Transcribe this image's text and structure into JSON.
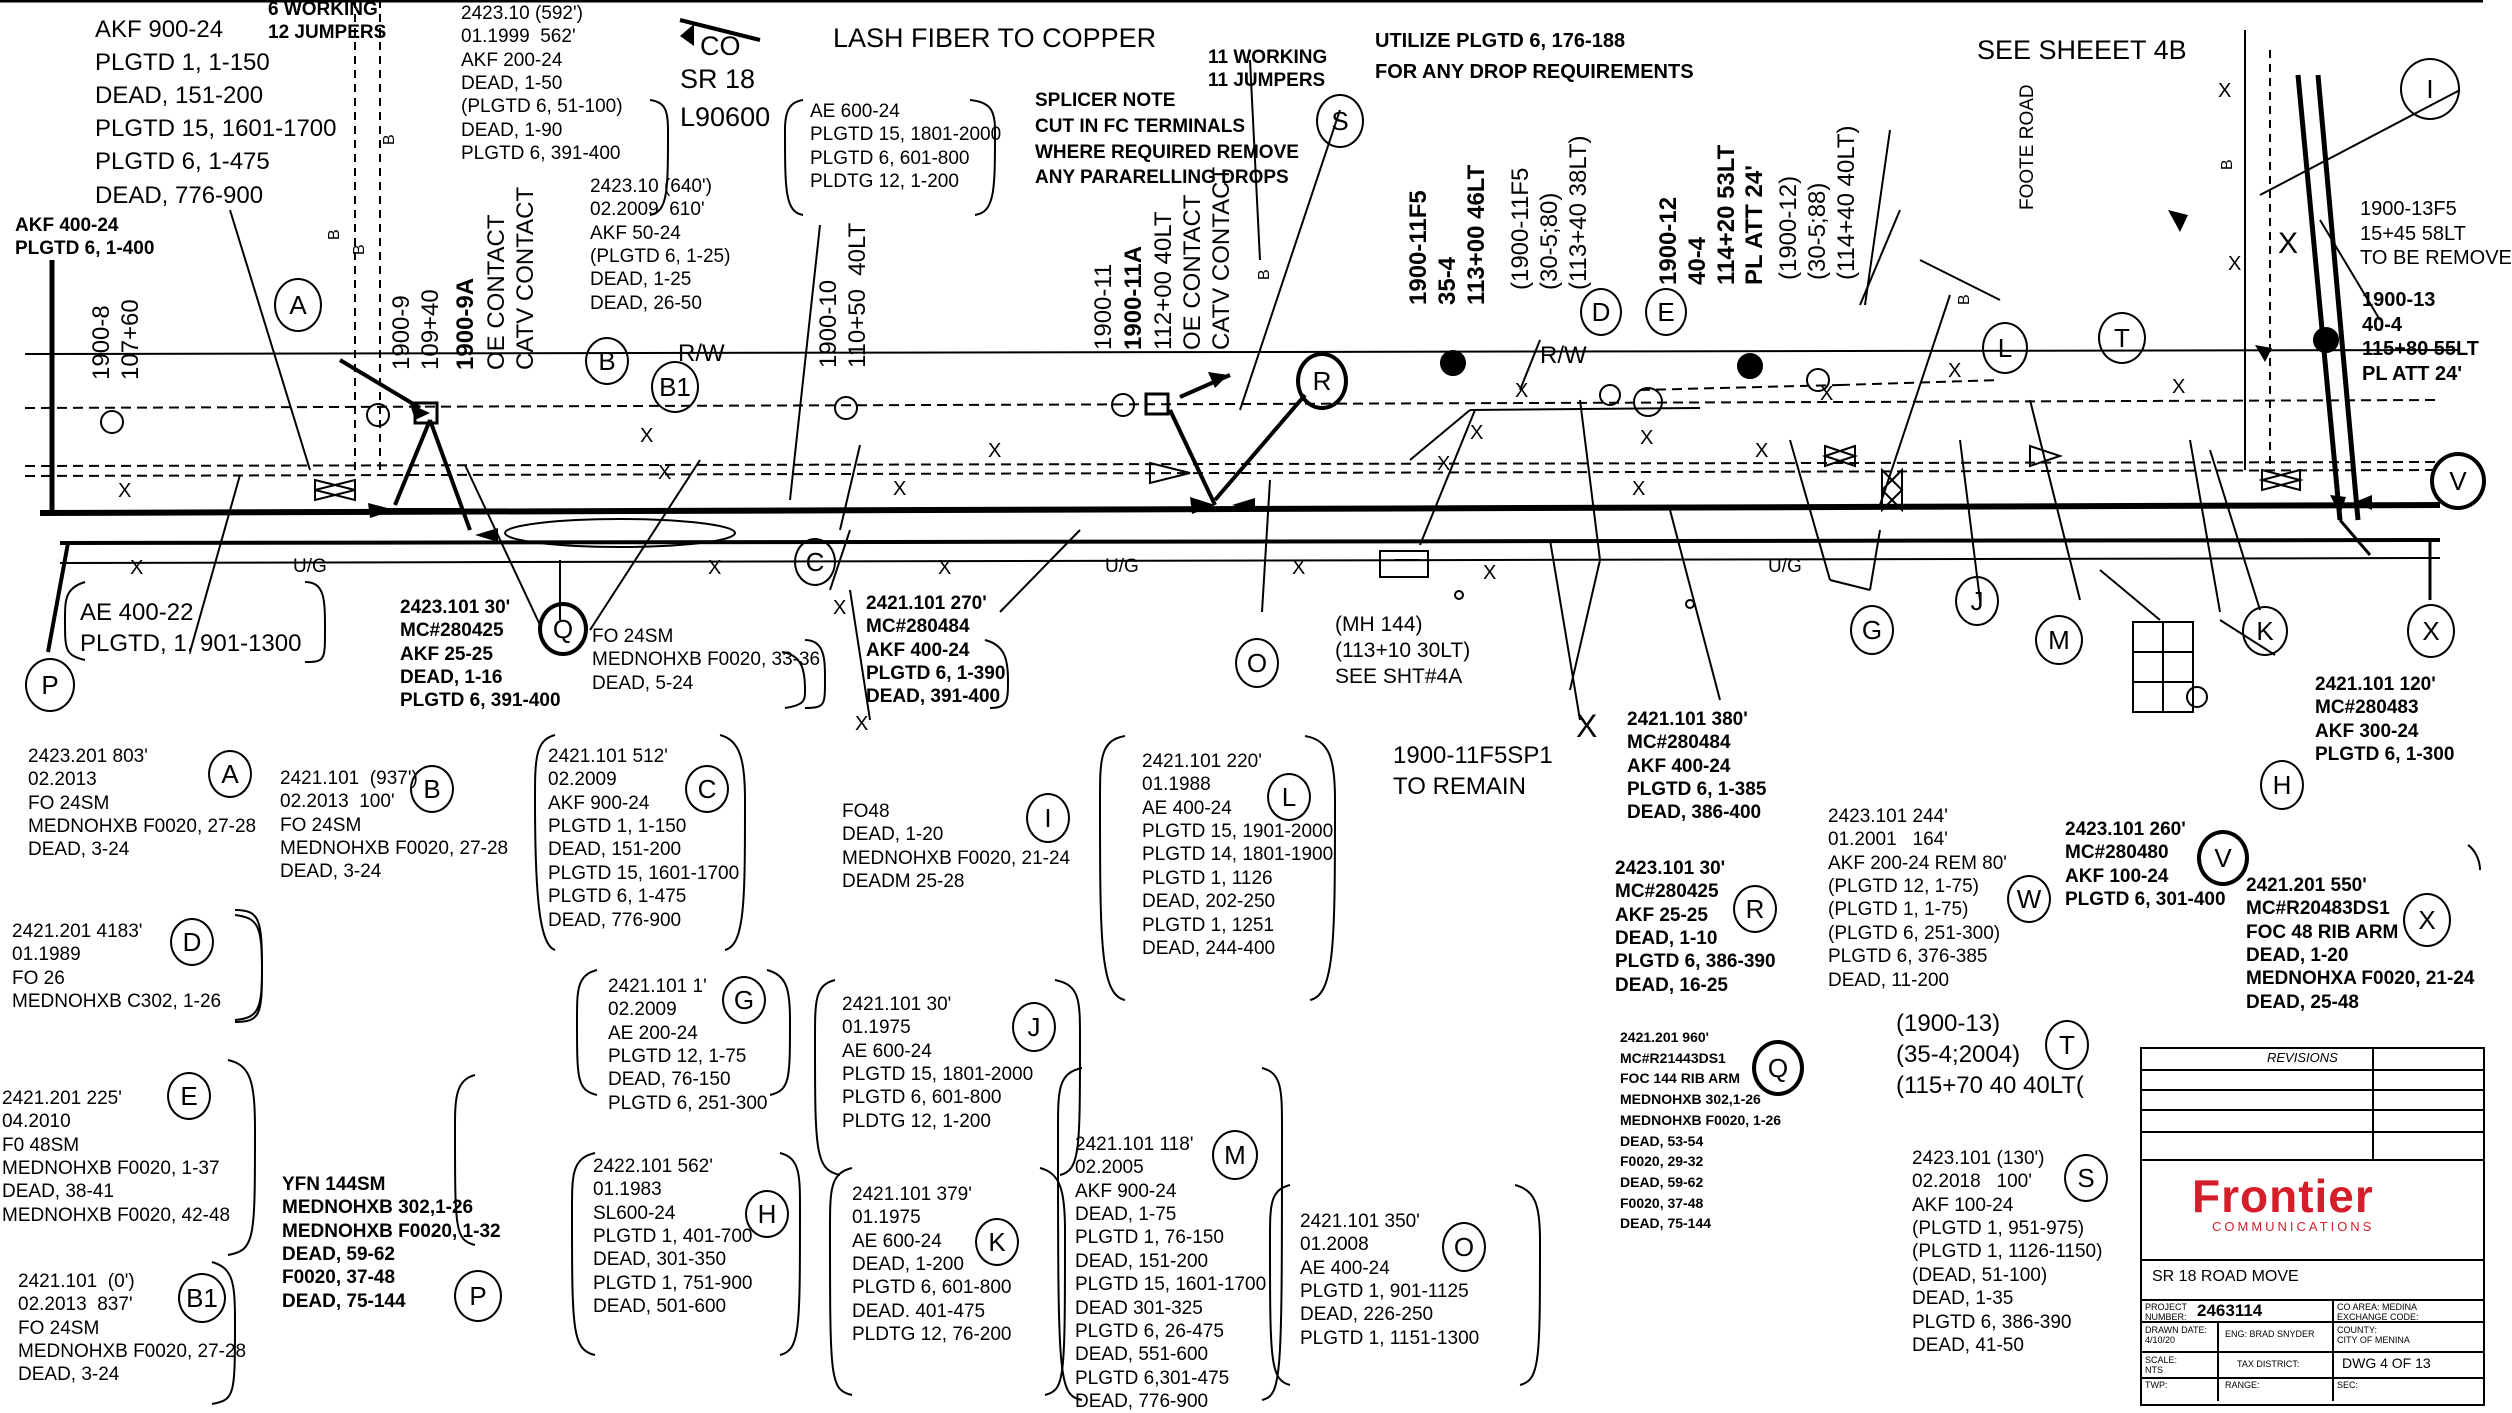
{
  "header": {
    "co_label": "CO",
    "sr_label": "SR 18",
    "code_label": "L90600",
    "lash_label": "LASH FIBER TO COPPER",
    "working": "11 WORKING\n11 JUMPERS",
    "working_top": "6 WORKING\n12 JUMPERS",
    "utilize": "UTILIZE PLGTD 6, 176-188\nFOR ANY DROP REQUIREMENTS",
    "see_sheet": "SEE SHEEET 4B",
    "splicer_note": "SPLICER NOTE\nCUT IN FC TERMINALS\nWHERE REQUIRED REMOVE\nANY PARARELLING DROPS"
  },
  "cables": {
    "top_left": "AKF 900-24\nPLGTD 1, 1-150\nDEAD, 151-200\nPLGTD 15, 1601-1700\nPLGTD 6, 1-475\nDEAD, 776-900",
    "akf400": "AKF 400-24\nPLGTD 6, 1-400",
    "span_592": "2423.10 (592')\n01.1999  562'\nAKF 200-24\nDEAD, 1-50\n(PLGTD 6, 51-100)\nDEAD, 1-90\nPLGTD 6, 391-400",
    "span_640": "2423.10 (640')\n02.2009  610'\nAKF 50-24\n(PLGTD 6, 1-25)\nDEAD, 1-25\nDEAD, 26-50",
    "ae600_top": "AE 600-24\nPLGTD 15, 1801-2000\nPLGTD 6, 601-800\nPLDTG 12, 1-200",
    "ae400_22": "AE 400-22\nPLGTD, 1, 901-1300",
    "span_2423_101_30": "2423.101 30'\nMC#280425\nAKF 25-25\nDEAD, 1-16\nPLGTD 6, 391-400",
    "fo24sm": "FO 24SM\nMEDNOHXB F0020, 33-36\nDEAD, 5-24",
    "span_2421_101_270": "2421.101 270'\nMC#280484\nAKF 400-24\nPLGTD 6, 1-390\nDEAD, 391-400",
    "mh144": "(MH 144)\n(113+10 30LT)\nSEE SHT#4A",
    "sp1": "1900-11F5SP1\nTO REMAIN",
    "span_2421_101_380": "2421.101 380'\nMC#280484\nAKF 400-24\nPLGTD 6, 1-385\nDEAD, 386-400",
    "span_2421_101_120": "2421.101 120'\nMC#280483\nAKF 300-24\nPLGTD 6, 1-300",
    "right_top": "1900-13F5\n15+45 58LT\nTO BE REMOVE",
    "right_pole": "1900-13\n40-4\n115+80 55LT\nPL ATT 24'"
  },
  "poles": {
    "p1": "1900-8\n107+60",
    "p2a": "1900-9\n109+40",
    "p2b": "1900-9A",
    "p2c": "OE CONTACT\nCATV CONTACT",
    "p3": "1900-10\n110+50  40LT",
    "p4a": "1900-11",
    "p4b": "1900-11A",
    "p4c": "112+00 40LT\nOE CONTACT\nCATV CONTACT",
    "p5": "1900-11F5\n35-4\n113+00 46LT",
    "p5b": "(1900-11F5\n(30-5;80)\n(113+40 38LT)",
    "p6": "1900-12\n40-4\n114+20 53LT\nPL ATT 24'",
    "p6b": "(1900-12)\n(30-5;88)\n(114+40 40LT)",
    "road": "FOOTE ROAD"
  },
  "labels": {
    "rw": "R/W",
    "ug": "U/G",
    "x": "X",
    "b": "B"
  },
  "legend_blocks": {
    "A": "2423.201 803'\n02.2013\nFO 24SM\nMEDNOHXB F0020, 27-28\nDEAD, 3-24",
    "B": "2421.101  (937')\n02.2013  100'\nFO 24SM\nMEDNOHXB F0020, 27-28\nDEAD, 3-24",
    "C": "2421.101 512'\n02.2009\nAKF 900-24\nPLGTD 1, 1-150\nDEAD, 151-200\nPLGTD 15, 1601-1700\nPLGTD 6, 1-475\nDEAD, 776-900",
    "I": "FO48\nDEAD, 1-20\nMEDNOHXB F0020, 21-24\nDEADM 25-28",
    "L": "2421.101 220'\n01.1988\nAE 400-24\nPLGTD 15, 1901-2000\nPLGTD 14, 1801-1900\nPLGTD 1, 1126\nDEAD, 202-250\nPLGTD 1, 1251\nDEAD, 244-400",
    "D": "2421.201 4183'\n01.1989\nFO 26\nMEDNOHXB C302, 1-26",
    "G": "2421.101 1'\n02.2009\nAE 200-24\nPLGTD 12, 1-75\nDEAD, 76-150\nPLGTD 6, 251-300",
    "J": "2421.101 30'\n01.1975\nAE 600-24\nPLGTD 15, 1801-2000\nPLGTD 6, 601-800\nPLDTG 12, 1-200",
    "E": "2421.201 225'\n04.2010\nF0 48SM\nMEDNOHXB F0020, 1-37\nDEAD, 38-41\nMEDNOHXB F0020, 42-48",
    "H": "2422.101 562'\n01.1983\nSL600-24\nPLGTD 1, 401-700\nDEAD, 301-350\nPLGTD 1, 751-900\nDEAD, 501-600",
    "K": "2421.101 379'\n01.1975\nAE 600-24\nDEAD, 1-200\nPLGTD 6, 601-800\nDEAD. 401-475\nPLDTG 12, 76-200",
    "M": "2421.101 118'\n02.2005\nAKF 900-24\nDEAD, 1-75\nPLGTD 1, 76-150\nDEAD, 151-200\nPLGTD 15, 1601-1700\nDEAD 301-325\nPLGTD 6, 26-475\nDEAD, 551-600\nPLGTD 6,301-475\nDEAD, 776-900",
    "O": "2421.101 350'\n01.2008\nAE 400-24\nPLGTD 1, 901-1125\nDEAD, 226-250\nPLGTD 1, 1151-1300",
    "B1": "2421.101  (0')\n02.2013  837'\nFO 24SM\nMEDNOHXB F0020, 27-28\nDEAD, 3-24",
    "P": "YFN 144SM\nMEDNOHXB 302,1-26\nMEDNOHXB F0020, 1-32\nDEAD, 59-62\nF0020, 37-48\nDEAD, 75-144",
    "R": "2423.101 30'\nMC#280425\nAKF 25-25\nDEAD, 1-10\nPLGTD 6, 386-390\nDEAD, 16-25",
    "Q": "2421.201 960'\nMC#R21443DS1\nFOC 144 RIB ARM\nMEDNOHXB 302,1-26\nMEDNOHXB F0020, 1-26\nDEAD, 53-54\nF0020, 29-32\nDEAD, 59-62\nF0020, 37-48\nDEAD, 75-144",
    "W": "2423.101 244'\n01.2001   164'\nAKF 200-24 REM 80'\n(PLGTD 12, 1-75)\n(PLGTD 1, 1-75)\n(PLGTD 6, 251-300)\nPLGTD 6, 376-385\nDEAD, 11-200",
    "T": "(1900-13)\n(35-4;2004)\n(115+70 40 40LT(",
    "S": "2423.101 (130')\n02.2018   100'\nAKF 100-24\n(PLGTD 1, 951-975)\n(PLGTD 1, 1126-1150)\n(DEAD, 51-100)\nDEAD, 1-35\nPLGTD 6, 386-390\nDEAD, 41-50",
    "V": "2423.101 260'\nMC#280480\nAKF 100-24\nPLGTD 6, 301-400",
    "X": "2421.201 550'\nMC#R20483DS1\nFOC 48 RIB ARM\nDEAD, 1-20\nMEDNOHXA F0020, 21-24\nDEAD, 25-48"
  },
  "circle_letters": {
    "A": "A",
    "B": "B",
    "B1": "B1",
    "C": "C",
    "D": "D",
    "E": "E",
    "G": "G",
    "H": "H",
    "I": "I",
    "J": "J",
    "K": "K",
    "L": "L",
    "M": "M",
    "O": "O",
    "P": "P",
    "Q": "Q",
    "R": "R",
    "S": "S",
    "T": "T",
    "V": "V",
    "W": "W",
    "X": "X"
  },
  "title_block": {
    "revisions": "REVISIONS",
    "company": "Frontier",
    "company_sub": "COMMUNICATIONS",
    "project_title": "SR 18 ROAD MOVE",
    "project_number_label": "PROJECT\nNUMBER:",
    "project_number": "2463114",
    "co_area": "CO AREA: MEDINA\nEXCHANGE CODE:",
    "drawn_date": "DRAWN DATE:\n4/10/20",
    "eng": "ENG: BRAD SNYDER",
    "county": "COUNTY:\nCITY OF MENINA",
    "scale": "SCALE:\nNTS",
    "tax_district": "TAX DISTRICT:",
    "dwg": "DWG 4 OF 13",
    "twp": "TWP:",
    "range": "RANGE:",
    "sec": "SEC:"
  },
  "colors": {
    "ink": "#000000",
    "logo": "#d41f2b"
  }
}
